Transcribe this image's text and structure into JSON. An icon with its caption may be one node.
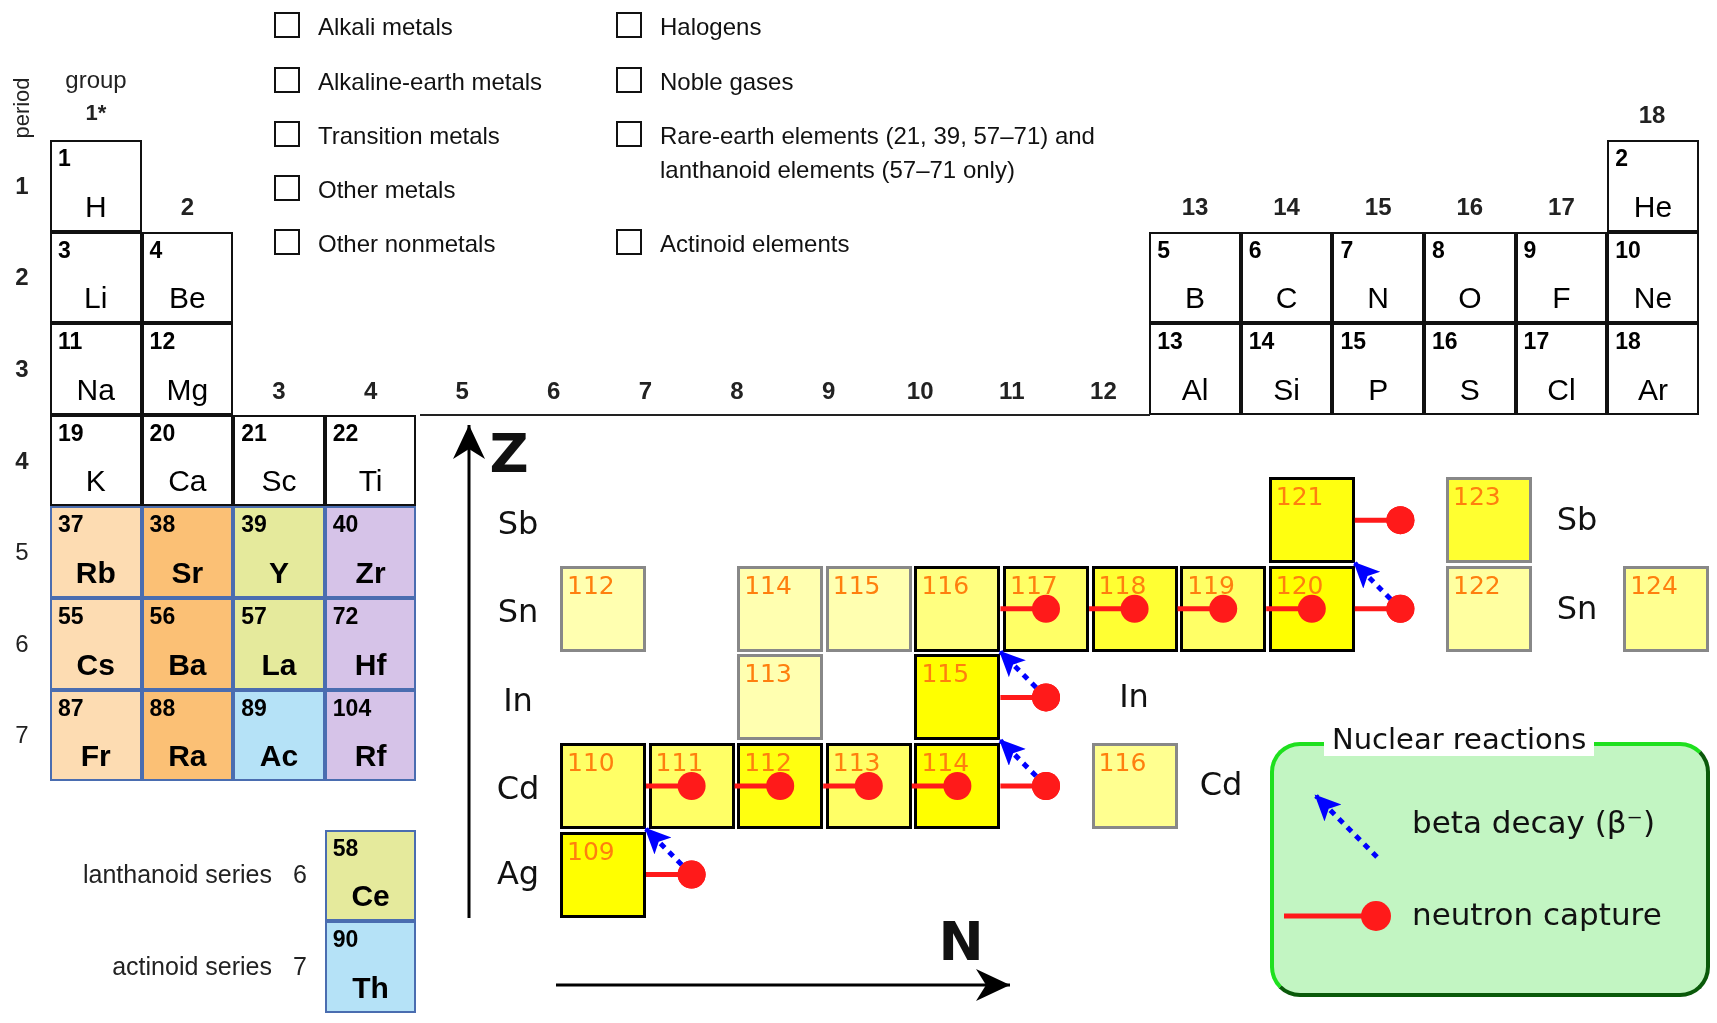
{
  "diagram": {
    "nodes": [
      {
        "text": [
          "1",
          "H"
        ]
      },
      {
        "text": [
          "2",
          "He"
        ]
      },
      {
        "text": [
          "3",
          "Li"
        ]
      },
      {
        "text": [
          "4",
          "Be"
        ]
      },
      {
        "text": [
          "5",
          "B"
        ]
      },
      {
        "text": [
          "6",
          "C"
        ]
      },
      {
        "text": [
          "7",
          "N"
        ]
      },
      {
        "text": [
          "8",
          "O"
        ]
      },
      {
        "text": [
          "9",
          "F"
        ]
      },
      {
        "text": [
          "10",
          "Ne"
        ]
      },
      {
        "text": [
          "11",
          "Na"
        ]
      },
      {
        "text": [
          "12",
          "Mg"
        ]
      },
      {
        "text": [
          "13",
          "Al"
        ]
      },
      {
        "text": [
          "14",
          "Si"
        ]
      },
      {
        "text": [
          "15",
          "P"
        ]
      },
      {
        "text": [
          "16",
          "S"
        ]
      },
      {
        "text": [
          "17",
          "Cl"
        ]
      },
      {
        "text": [
          "18",
          "Ar"
        ]
      },
      {
        "text": [
          "19",
          "K"
        ]
      },
      {
        "text": [
          "20",
          "Ca"
        ]
      },
      {
        "text": [
          "21",
          "Sc"
        ]
      },
      {
        "text": [
          "22",
          "Ti"
        ]
      },
      {
        "text": [
          "37",
          "Rb"
        ]
      },
      {
        "text": [
          "38",
          "Sr"
        ]
      },
      {
        "text": [
          "39",
          "Y"
        ]
      },
      {
        "text": [
          "40",
          "Zr"
        ]
      },
      {
        "text": [
          "55",
          "Cs"
        ]
      },
      {
        "text": [
          "56",
          "Ba"
        ]
      },
      {
        "text": [
          "57",
          "La"
        ]
      },
      {
        "text": [
          "72",
          "Hf"
        ]
      },
      {
        "text": [
          "87",
          "Fr"
        ]
      },
      {
        "text": [
          "88",
          "Ra"
        ]
      },
      {
        "text": [
          "89",
          "Ac"
        ]
      },
      {
        "text": [
          "104",
          "Rf"
        ]
      },
      {
        "text": [
          "58",
          "Ce"
        ]
      },
      {
        "text": [
          "90",
          "Th"
        ]
      },
      {
        "text": [
          "121"
        ]
      },
      {
        "text": [],
        "shape": "circle"
      },
      {
        "text": [
          "123"
        ]
      },
      {
        "text": [
          "112"
        ]
      },
      {
        "text": [
          "114"
        ]
      },
      {
        "text": [
          "115"
        ]
      },
      {
        "text": [
          "116"
        ]
      },
      {
        "text": [
          "117"
        ]
      },
      {
        "text": [
          "118"
        ]
      },
      {
        "text": [
          "119"
        ]
      },
      {
        "text": [
          "120"
        ]
      },
      {
        "text": [],
        "shape": "circle"
      },
      {
        "text": [
          "122"
        ]
      },
      {
        "text": [
          "124"
        ]
      },
      {
        "text": [
          "113"
        ]
      },
      {
        "text": [
          "115"
        ]
      },
      {
        "text": [],
        "shape": "circle"
      },
      {
        "text": [
          "110"
        ]
      },
      {
        "text": [
          "111"
        ]
      },
      {
        "text": [
          "112"
        ]
      },
      {
        "text": [
          "113"
        ]
      },
      {
        "text": [
          "114"
        ]
      },
      {
        "text": [],
        "shape": "circle"
      },
      {
        "text": [
          "116"
        ]
      },
      {
        "text": [
          "109"
        ]
      },
      {
        "text": [],
        "shape": "circle"
      },
      {
        "text": [
          "Nuclear reactions"
        ]
      }
    ],
    "edges": [
      {
        "from": 60,
        "to": 61,
        "arrow": "other"
      },
      {
        "from": 61,
        "to": 53,
        "arrow": "to",
        "style": "dashed",
        "color": "#0000ff"
      },
      {
        "from": 53,
        "to": 54,
        "arrow": "other"
      },
      {
        "from": 54,
        "to": 55,
        "arrow": "other"
      },
      {
        "from": 55,
        "to": 56,
        "arrow": "other"
      },
      {
        "from": 56,
        "to": 57,
        "arrow": "other"
      },
      {
        "from": 57,
        "to": 58,
        "arrow": "other"
      },
      {
        "from": 58,
        "to": 51,
        "arrow": "to",
        "style": "dashed",
        "color": "#0000ff"
      },
      {
        "from": 51,
        "to": 52,
        "arrow": "other"
      },
      {
        "from": 52,
        "to": 42,
        "arrow": "to",
        "style": "dashed",
        "color": "#0000ff"
      },
      {
        "from": 42,
        "to": 43,
        "arrow": "other"
      },
      {
        "from": 43,
        "to": 44,
        "arrow": "other"
      },
      {
        "from": 44,
        "to": 45,
        "arrow": "other"
      },
      {
        "from": 45,
        "to": 46,
        "arrow": "other"
      },
      {
        "from": 46,
        "to": 47,
        "arrow": "other"
      },
      {
        "from": 47,
        "to": 36,
        "arrow": "to",
        "style": "dashed",
        "color": "#0000ff"
      },
      {
        "from": 36,
        "to": 37,
        "arrow": "other"
      }
    ],
    "labels": [
      "period",
      "group",
      "1*",
      "18",
      "1",
      "2",
      "13",
      "14",
      "15",
      "16",
      "17",
      "2",
      "3",
      "3",
      "4",
      "5",
      "6",
      "7",
      "8",
      "9",
      "10",
      "11",
      "12",
      "4",
      "Z",
      "Sb",
      "Sb",
      "5",
      "Sn",
      "Sn",
      "6",
      "In",
      "In",
      "7",
      "Cd",
      "Cd",
      "lanthanoid series",
      "6",
      "Ag",
      "N",
      "actinoid series",
      "7"
    ],
    "legend": [
      {
        "text": "Alkali metals"
      },
      {
        "text": "Alkaline-earth metals"
      },
      {
        "text": "Transition metals"
      },
      {
        "text": "Other metals"
      },
      {
        "text": "Other nonmetals"
      },
      {
        "text": "Halogens"
      },
      {
        "text": "Noble gases"
      },
      {
        "text": "Rare-earth elements (21, 39, 57–71) and lanthanoid elements (57–71 only)"
      },
      {
        "text": "Actinoid elements"
      },
      {
        "text": "beta decay (β⁻)"
      },
      {
        "text": "neutron capture"
      }
    ]
  }
}
